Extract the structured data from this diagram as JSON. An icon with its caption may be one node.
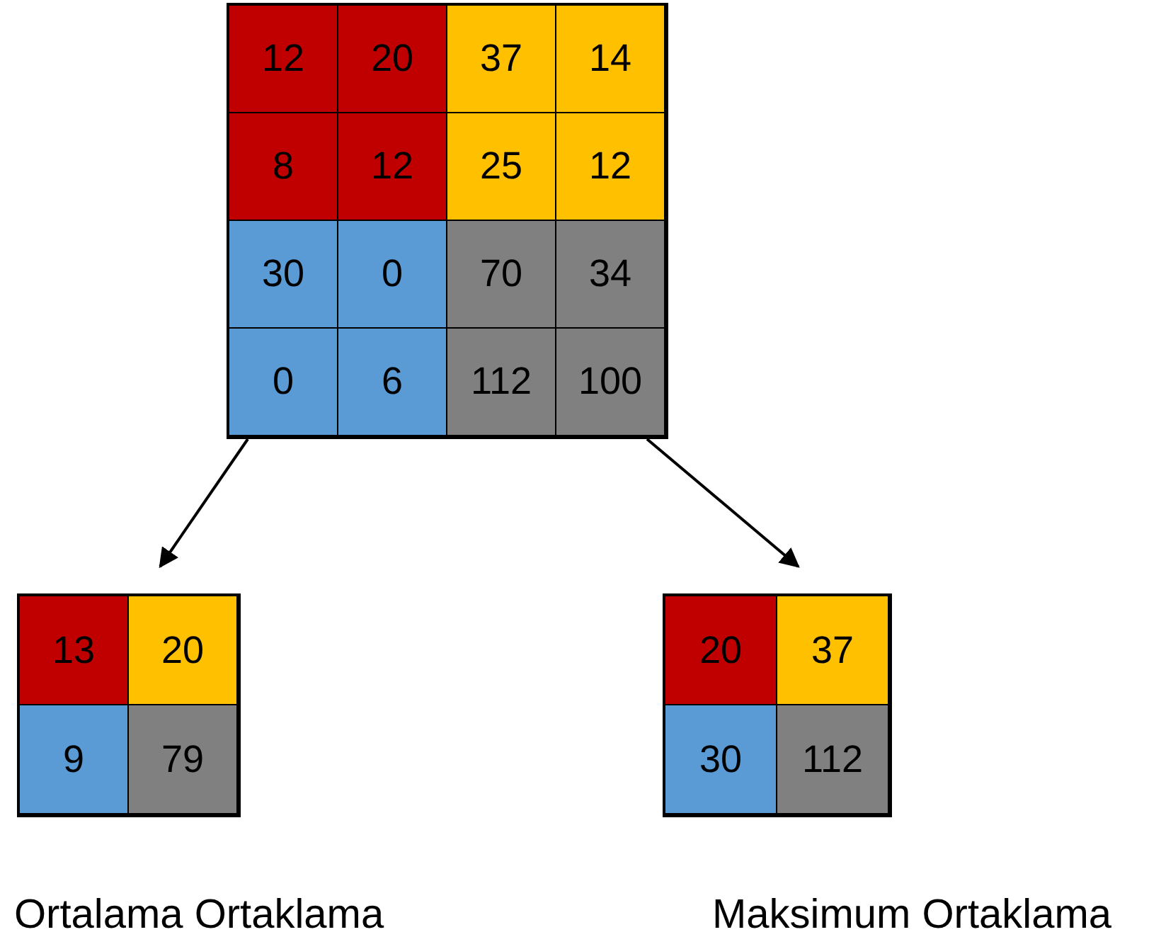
{
  "diagram": {
    "nodes": [
      {
        "text": [],
        "shape": "box"
      },
      {
        "text": [
          "12"
        ],
        "in": 0
      },
      {
        "text": [
          "20"
        ],
        "in": 0
      },
      {
        "text": [
          "37"
        ],
        "in": 0
      },
      {
        "text": [
          "14"
        ],
        "in": 0
      },
      {
        "text": [
          "8"
        ],
        "in": 0
      },
      {
        "text": [
          "12"
        ],
        "in": 0
      },
      {
        "text": [
          "25"
        ],
        "in": 0
      },
      {
        "text": [
          "12"
        ],
        "in": 0
      },
      {
        "text": [
          "30"
        ],
        "in": 0
      },
      {
        "text": [
          "0"
        ],
        "in": 0
      },
      {
        "text": [
          "70"
        ],
        "in": 0
      },
      {
        "text": [
          "34"
        ],
        "in": 0
      },
      {
        "text": [
          "0"
        ],
        "in": 0
      },
      {
        "text": [
          "6"
        ],
        "in": 0
      },
      {
        "text": [
          "112"
        ],
        "in": 0
      },
      {
        "text": [
          "100"
        ],
        "in": 0
      },
      {
        "text": [],
        "shape": "box",
        "beside": [
          "Ortalama Ortaklama"
        ]
      },
      {
        "text": [
          "13"
        ],
        "in": 17
      },
      {
        "text": [
          "20"
        ],
        "in": 17
      },
      {
        "text": [
          "9"
        ],
        "in": 17
      },
      {
        "text": [
          "79"
        ],
        "in": 17
      },
      {
        "text": [],
        "shape": "box",
        "beside": [
          "Maksimum Ortaklama"
        ]
      },
      {
        "text": [
          "20"
        ],
        "in": 22
      },
      {
        "text": [
          "37"
        ],
        "in": 22
      },
      {
        "text": [
          "30"
        ],
        "in": 22
      },
      {
        "text": [
          "112"
        ],
        "in": 22
      }
    ],
    "edges": [
      {
        "from": 0,
        "to": 17,
        "arrow": "to"
      },
      {
        "from": 0,
        "to": 22,
        "arrow": "to"
      }
    ]
  }
}
